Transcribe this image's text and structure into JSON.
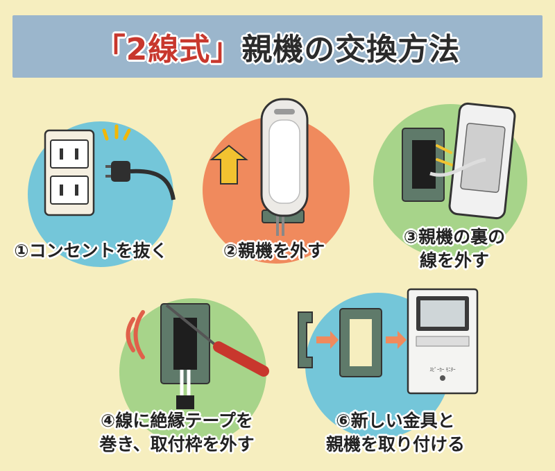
{
  "title": {
    "red_part": "「2線式」",
    "dark_part": "親機の交換方法"
  },
  "colors": {
    "background": "#f6eebf",
    "banner": "#9bb6cc",
    "title_red": "#c8372d",
    "circle_blue": "#74c6d9",
    "circle_orange": "#f08a5d",
    "circle_green": "#a7d48a",
    "arrow_yellow": "#f2c230",
    "arrow_orange": "#f08a5d",
    "panel_green": "#5f7a6a"
  },
  "steps": [
    {
      "number": "①",
      "lines": [
        "コンセントを抜く"
      ],
      "icon": "unplug-icon"
    },
    {
      "number": "②",
      "lines": [
        "親機を外す"
      ],
      "icon": "remove-unit-icon"
    },
    {
      "number": "③",
      "lines": [
        "親機の裏の",
        "線を外す"
      ],
      "icon": "disconnect-wire-icon"
    },
    {
      "number": "④",
      "lines": [
        "線に絶縁テープを",
        "巻き、取付枠を外す"
      ],
      "icon": "tape-screwdriver-icon"
    },
    {
      "number": "⑥",
      "lines": [
        "新しい金具と",
        "親機を取り付ける"
      ],
      "icon": "install-monitor-icon"
    }
  ],
  "monitor_label": "ｽﾋﾟｰｶｰ ﾓﾆﾀｰ"
}
